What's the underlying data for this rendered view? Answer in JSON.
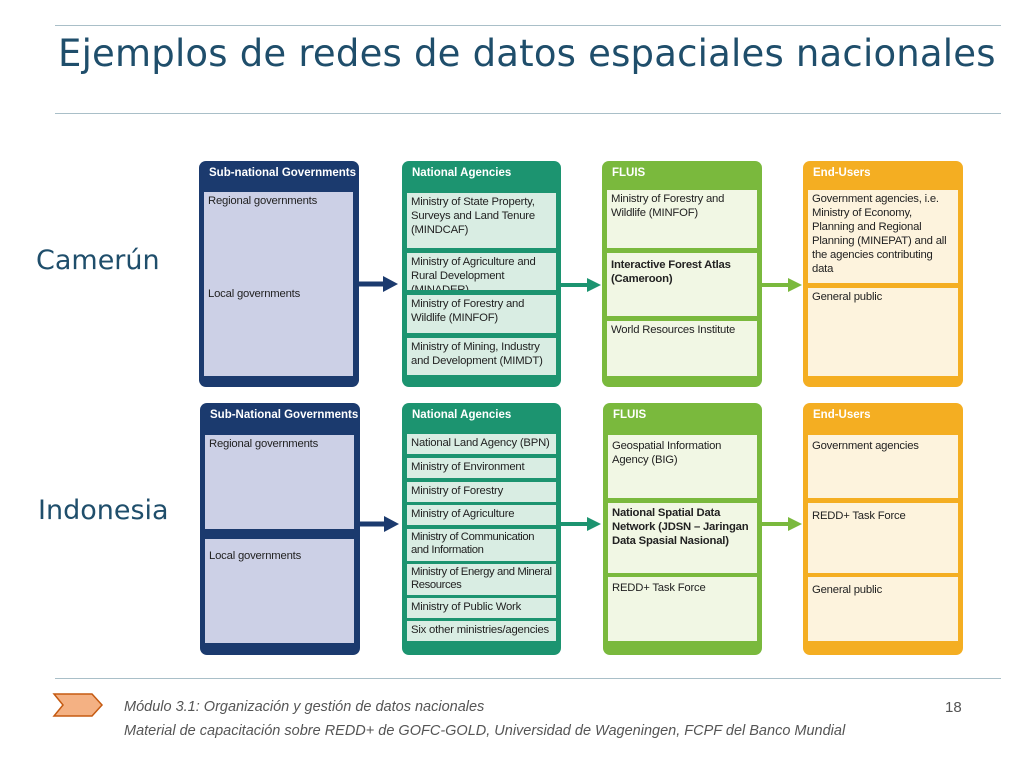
{
  "slide": {
    "title": "Ejemplos de redes de datos espaciales nacionales",
    "page_number": "18",
    "footer": {
      "line1": "Módulo 3.1: Organización y gestión de datos nacionales",
      "line2": "Material de capacitación sobre REDD+ de GOFC-GOLD, Universidad de Wageningen, FCPF del Banco Mundial"
    }
  },
  "colors": {
    "title": "#1f4e6b",
    "subnational": "#1b3a6e",
    "national_agencies": "#1c9470",
    "fluis": "#7ab93d",
    "end_users": "#f4ae22"
  },
  "cameroon": {
    "label": "Camerún",
    "subnational": {
      "header": "Sub-national Governments",
      "items": [
        "Regional governments",
        "Local governments"
      ]
    },
    "agencies": {
      "header": "National Agencies",
      "items": [
        "Ministry of State Property, Surveys and Land Tenure (MINDCAF)",
        "Ministry of Agriculture and Rural Development (MINADER)",
        "Ministry of Forestry and Wildlife (MINFOF)",
        "Ministry of Mining, Industry and Development (MIMDT)"
      ]
    },
    "fluis": {
      "header": "FLUIS",
      "items": [
        "Ministry of Forestry and Wildlife (MINFOF)",
        "Interactive Forest Atlas (Cameroon)",
        "World Resources Institute"
      ]
    },
    "endusers": {
      "header": "End-Users",
      "items": [
        "Government agencies, i.e. Ministry of Economy, Planning and Regional Planning (MINEPAT) and all the agencies contributing data",
        "General public"
      ]
    }
  },
  "indonesia": {
    "label": "Indonesia",
    "subnational": {
      "header": "Sub-National Governments",
      "items": [
        "Regional governments",
        "Local governments"
      ]
    },
    "agencies": {
      "header": "National Agencies",
      "items": [
        "National Land Agency (BPN)",
        "Ministry of Environment",
        "Ministry of Forestry",
        "Ministry of Agriculture",
        "Ministry of Communication and Information",
        "Ministry of Energy and Mineral Resources",
        "Ministry of Public Work",
        "Six other ministries/agencies"
      ]
    },
    "fluis": {
      "header": "FLUIS",
      "items": [
        "Geospatial Information Agency (BIG)",
        "National Spatial Data Network (JDSN – Jaringan Data Spasial Nasional)",
        "REDD+ Task Force"
      ]
    },
    "endusers": {
      "header": "End-Users",
      "items": [
        "Government agencies",
        "REDD+ Task Force",
        "General public"
      ]
    }
  }
}
